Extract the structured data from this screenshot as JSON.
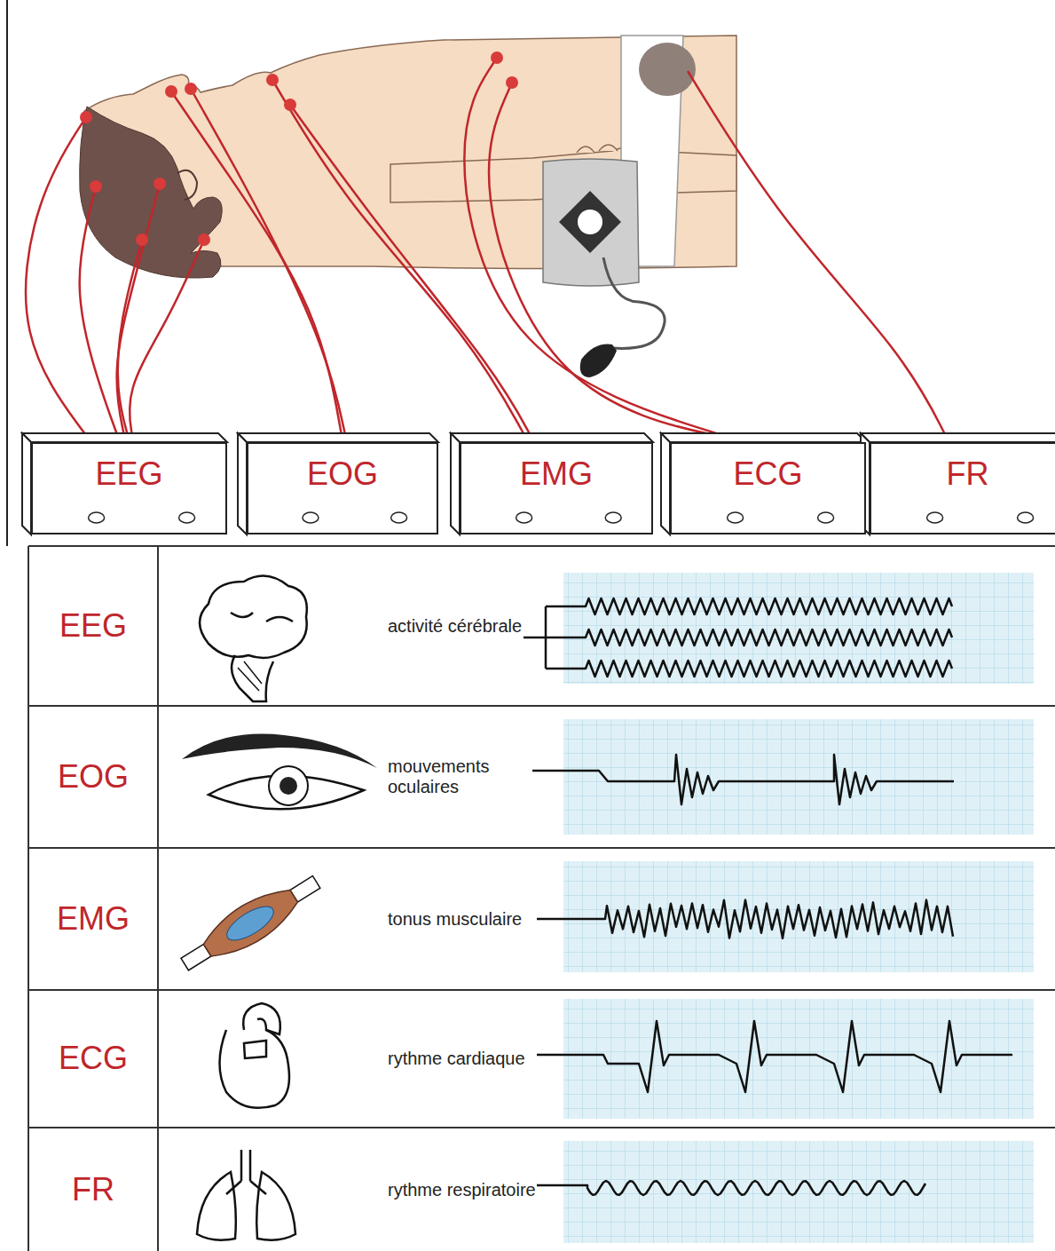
{
  "diagram": {
    "nodes": [
      {
        "text": [
          "EEG"
        ]
      },
      {
        "text": [
          "EOG"
        ]
      },
      {
        "text": [
          "EMG"
        ]
      },
      {
        "text": [
          "ECG"
        ]
      },
      {
        "text": [
          "FR"
        ]
      }
    ],
    "labels": [
      "EEG",
      "activité cérébrale",
      "EOG",
      "mouvements oculaires",
      "EMG",
      "tonus musculaire",
      "ECG",
      "rythme cardiaque",
      "FR",
      "rythme respiratoire"
    ]
  }
}
